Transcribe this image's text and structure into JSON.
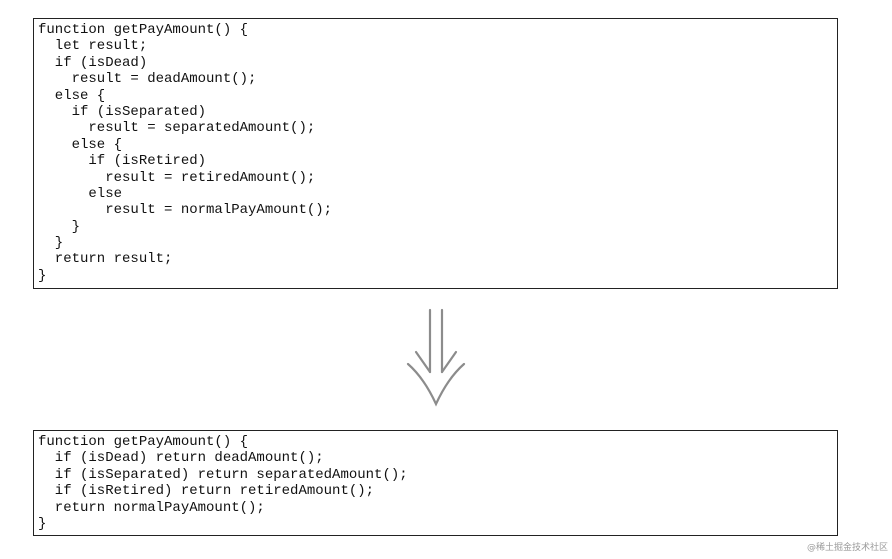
{
  "before": {
    "lines": [
      "function getPayAmount() {",
      "  let result;",
      "  if (isDead)",
      "    result = deadAmount();",
      "  else {",
      "    if (isSeparated)",
      "      result = separatedAmount();",
      "    else {",
      "      if (isRetired)",
      "        result = retiredAmount();",
      "      else",
      "        result = normalPayAmount();",
      "    }",
      "  }",
      "  return result;",
      "}"
    ]
  },
  "after": {
    "lines": [
      "function getPayAmount() {",
      "  if (isDead) return deadAmount();",
      "  if (isSeparated) return separatedAmount();",
      "  if (isRetired) return retiredAmount();",
      "  return normalPayAmount();",
      "}"
    ]
  },
  "arrow": {
    "icon": "double-down-arrow-icon",
    "color": "#8c8c8c"
  },
  "watermark": {
    "text": "@稀土掘金技术社区"
  }
}
